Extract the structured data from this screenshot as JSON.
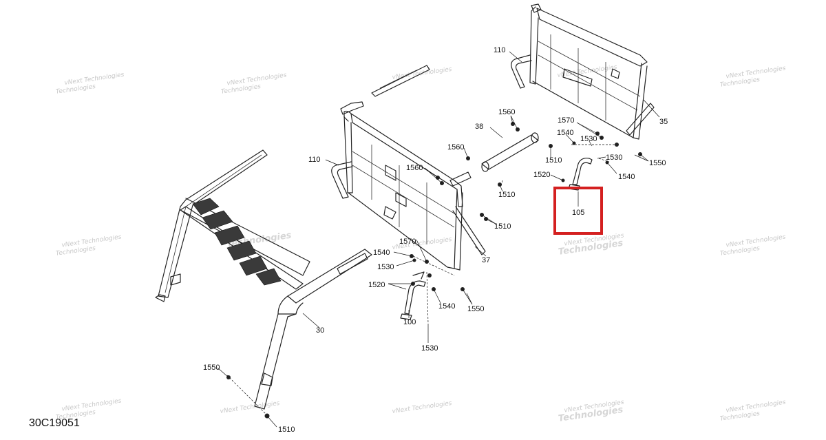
{
  "diagram": {
    "code": "30C19051",
    "watermark_line1": "vNext Technologies",
    "watermark_line2": "Technologies",
    "highlight_color": "#d42020",
    "labels": [
      {
        "id": "l110a",
        "text": "110"
      },
      {
        "id": "l35",
        "text": "35"
      },
      {
        "id": "l1560a",
        "text": "1560"
      },
      {
        "id": "l38",
        "text": "38"
      },
      {
        "id": "l1570a",
        "text": "1570"
      },
      {
        "id": "l1540a",
        "text": "1540"
      },
      {
        "id": "l1530a",
        "text": "1530"
      },
      {
        "id": "l1530b",
        "text": "1530"
      },
      {
        "id": "l1550a",
        "text": "1550"
      },
      {
        "id": "l1560b",
        "text": "1560"
      },
      {
        "id": "l1510a",
        "text": "1510"
      },
      {
        "id": "l1520a",
        "text": "1520"
      },
      {
        "id": "l1540b",
        "text": "1540"
      },
      {
        "id": "l110b",
        "text": "110"
      },
      {
        "id": "l1560c",
        "text": "1560"
      },
      {
        "id": "l1510b",
        "text": "1510"
      },
      {
        "id": "l105",
        "text": "105"
      },
      {
        "id": "l1510c",
        "text": "1510"
      },
      {
        "id": "l1570b",
        "text": "1570"
      },
      {
        "id": "l1540c",
        "text": "1540"
      },
      {
        "id": "l37",
        "text": "37"
      },
      {
        "id": "l1530c",
        "text": "1530"
      },
      {
        "id": "l1520b",
        "text": "1520"
      },
      {
        "id": "l1540d",
        "text": "1540"
      },
      {
        "id": "l1550b",
        "text": "1550"
      },
      {
        "id": "l30",
        "text": "30"
      },
      {
        "id": "l100",
        "text": "100"
      },
      {
        "id": "l1530d",
        "text": "1530"
      },
      {
        "id": "l1550c",
        "text": "1550"
      },
      {
        "id": "l1510d",
        "text": "1510"
      }
    ]
  }
}
